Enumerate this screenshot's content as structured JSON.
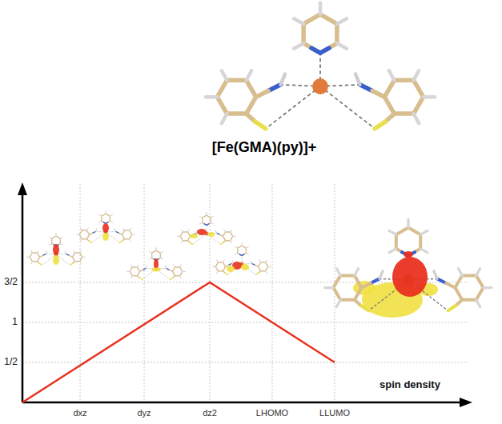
{
  "diagram": {
    "title": "[Fe(GMA)(py)]+",
    "labels": [
      "3/2",
      "1",
      "1/2",
      "dxz",
      "dyz",
      "dz2",
      "LHOMO",
      "LLUMO",
      "spin density"
    ]
  }
}
